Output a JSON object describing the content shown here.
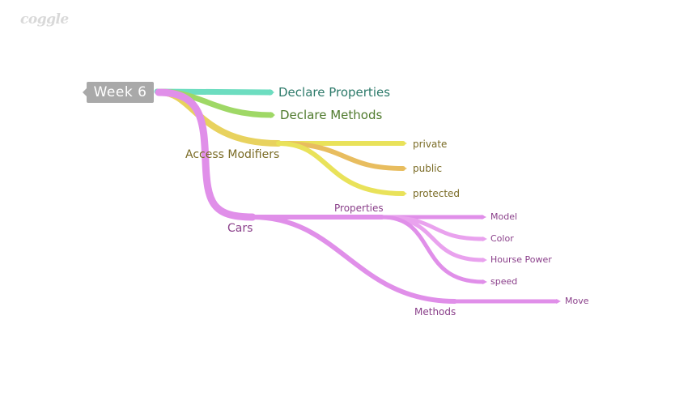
{
  "app": {
    "logo": "coggle"
  },
  "mindmap": {
    "root": "Week 6",
    "nodes": {
      "declare_properties": "Declare Properties",
      "declare_methods": "Declare Methods",
      "access_modifiers": "Access Modifiers",
      "private": "private",
      "public": "public",
      "protected": "protected",
      "cars": "Cars",
      "properties": "Properties",
      "model": "Model",
      "color": "Color",
      "horse_power": "Hourse Power",
      "speed": "speed",
      "methods": "Methods",
      "move": "Move"
    },
    "branch_colors": {
      "teal": "#6dddc0",
      "green": "#9fd866",
      "yellow": "#e9e25a",
      "orange": "#e8bd5f",
      "purple": "#e08fe9",
      "light_purple": "#e9a2ee"
    }
  }
}
